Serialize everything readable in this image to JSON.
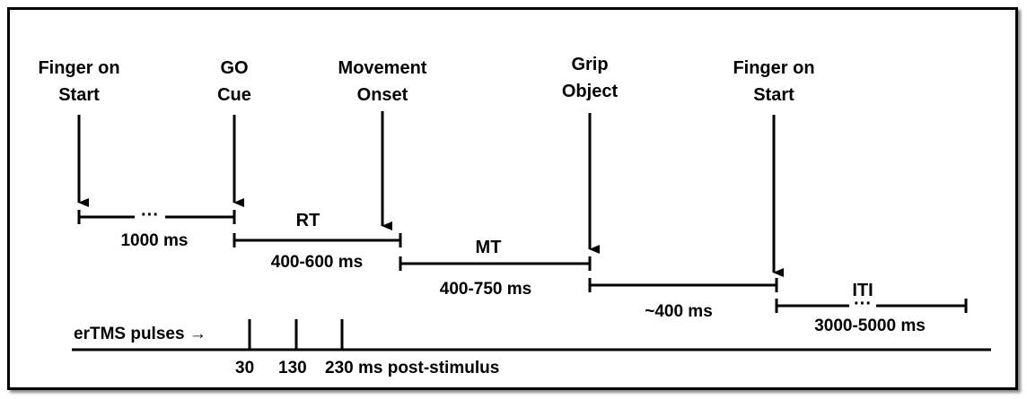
{
  "events": [
    {
      "line1": "Finger on",
      "line2": "Start"
    },
    {
      "line1": "GO",
      "line2": "Cue"
    },
    {
      "line1": "Movement",
      "line2": "Onset"
    },
    {
      "line1": "Grip",
      "line2": "Object"
    },
    {
      "line1": "Finger on",
      "line2": "Start"
    }
  ],
  "segments": [
    {
      "label": "1000 ms",
      "dots": "···"
    },
    {
      "top_label": "RT",
      "label": "400-600 ms"
    },
    {
      "top_label": "MT",
      "label": "400-750 ms"
    },
    {
      "label": "~400 ms"
    },
    {
      "top_label": "ITI",
      "label": "3000-5000 ms",
      "dots": "···"
    }
  ],
  "pulses": {
    "label": "erTMS pulses →",
    "times": [
      "30",
      "130",
      "230 ms post-stimulus"
    ]
  }
}
